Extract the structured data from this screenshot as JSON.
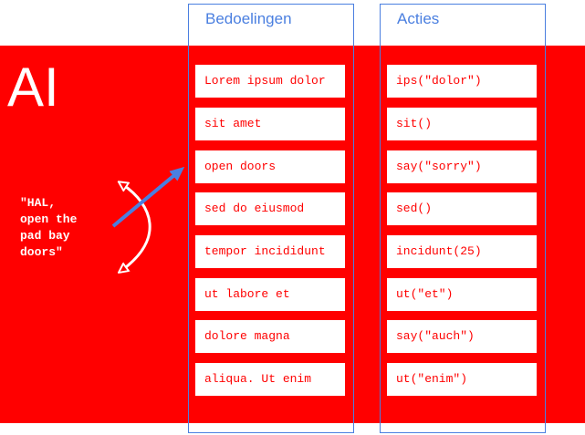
{
  "ai_label": "AI",
  "quote_lines": [
    "\"HAL,",
    "open the",
    "pad bay",
    "doors\""
  ],
  "columns": [
    {
      "header": "Bedoelingen",
      "items": [
        "Lorem ipsum dolor",
        "sit amet",
        "open doors",
        "sed do eiusmod",
        "tempor incididunt",
        "ut labore et",
        "dolore magna",
        "aliqua. Ut enim"
      ]
    },
    {
      "header": "Acties",
      "items": [
        "ips(\"dolor\")",
        "sit()",
        "say(\"sorry\")",
        "sed()",
        "incidunt(25)",
        "ut(\"et\")",
        "say(\"auch\")",
        "ut(\"enim\")"
      ]
    }
  ],
  "colors": {
    "background_band": "#ff0000",
    "column_outline": "#4a7fe0",
    "item_text": "#ff0000",
    "item_box": "#ffffff",
    "pointer_arrow": "#4a7fe0",
    "curved_arrow": "#ffffff"
  },
  "icons": {
    "curved_arrow": "double-headed-curved-arrow-icon",
    "pointer_arrow": "pointer-arrow-icon"
  }
}
